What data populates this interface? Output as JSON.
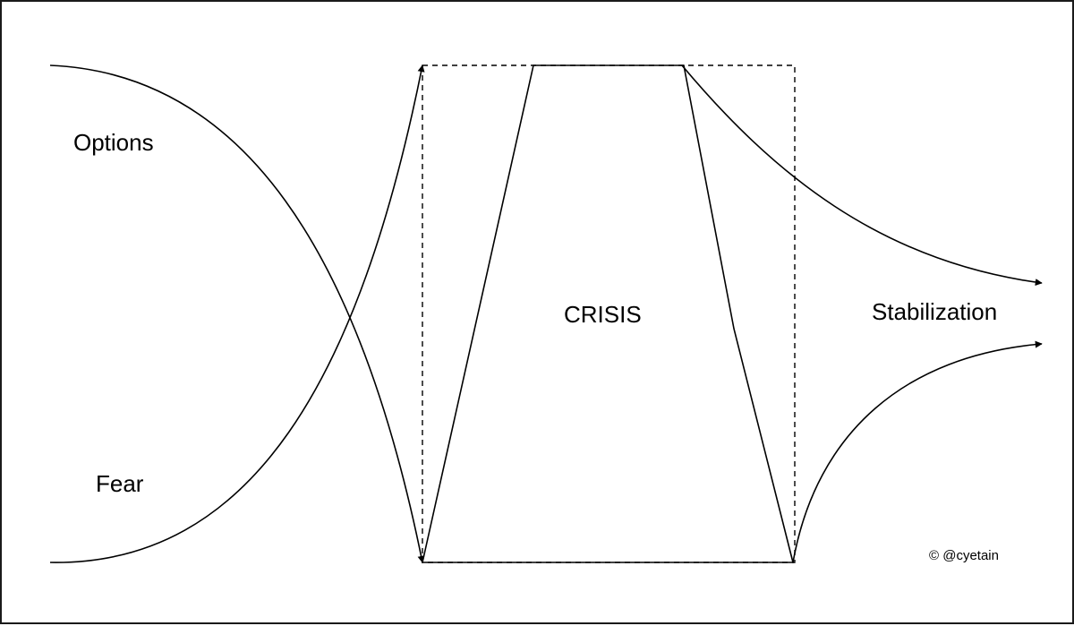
{
  "labels": {
    "options": "Options",
    "fear": "Fear",
    "crisis": "CRISIS",
    "stabilization": "Stabilization",
    "copyright": "© @cyetain"
  },
  "colors": {
    "stroke": "#000000",
    "background": "#ffffff",
    "frame": "#1a1a1a"
  }
}
